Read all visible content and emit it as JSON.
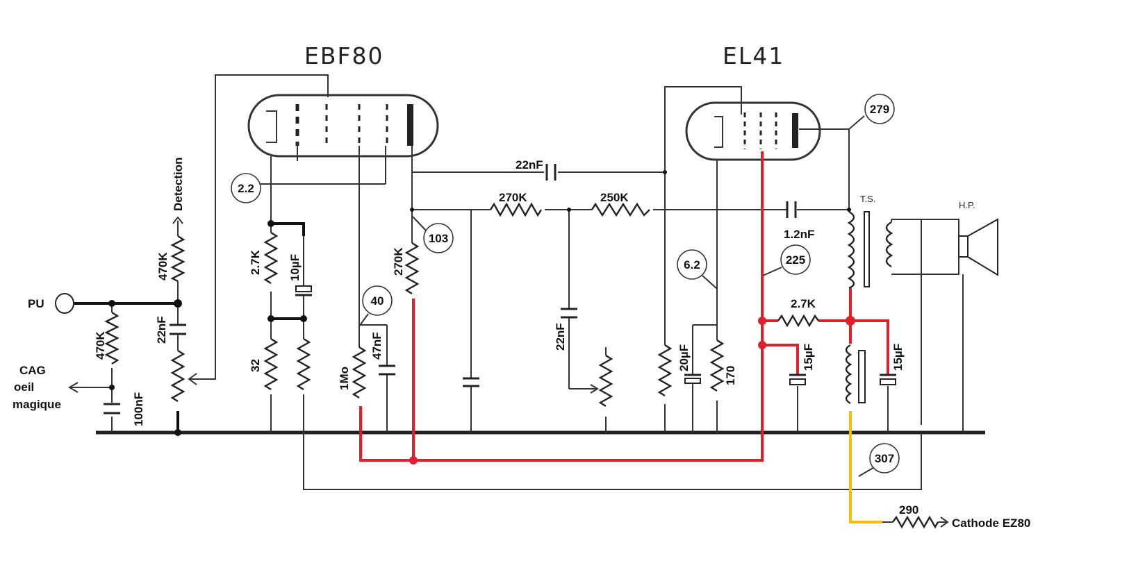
{
  "tubes": {
    "ebf80": "EBF80",
    "el41": "EL41"
  },
  "components": {
    "c_22nf_top": "22nF",
    "r_270k_h": "270K",
    "r_250k": "250K",
    "c_1_2nf": "1.2nF",
    "r_2_7k_h": "2.7K",
    "r_470k_vol": "470K",
    "c_22nf_vol": "22nF",
    "r_470k_pu": "470K",
    "c_100nf": "100nF",
    "r_2_7k_v": "2.7K",
    "c_10uf": "10µF",
    "r_32": "32",
    "r_270k_v": "270K",
    "r_1mo": "1Mo",
    "c_47nf": "47nF",
    "c_22nf_mid": "22nF",
    "c_20uf": "20µF",
    "r_170": "170",
    "c_15uf_a": "15µF",
    "c_15uf_b": "15µF",
    "r_290": "290"
  },
  "labels": {
    "pu": "PU",
    "cag": "CAG",
    "oeil": "oeil",
    "magique": "magique",
    "detection": "Detection",
    "cathode": "Cathode EZ80",
    "ts": "T.S.",
    "hp": "H.P."
  },
  "measurements": {
    "m279": "279",
    "m2_2": "2.2",
    "m103": "103",
    "m40": "40",
    "m6_2": "6.2",
    "m225": "225",
    "m307": "307"
  },
  "colors": {
    "ht_line": "#e0212b",
    "rectifier_line": "#f2c200",
    "wire": "#333333"
  }
}
